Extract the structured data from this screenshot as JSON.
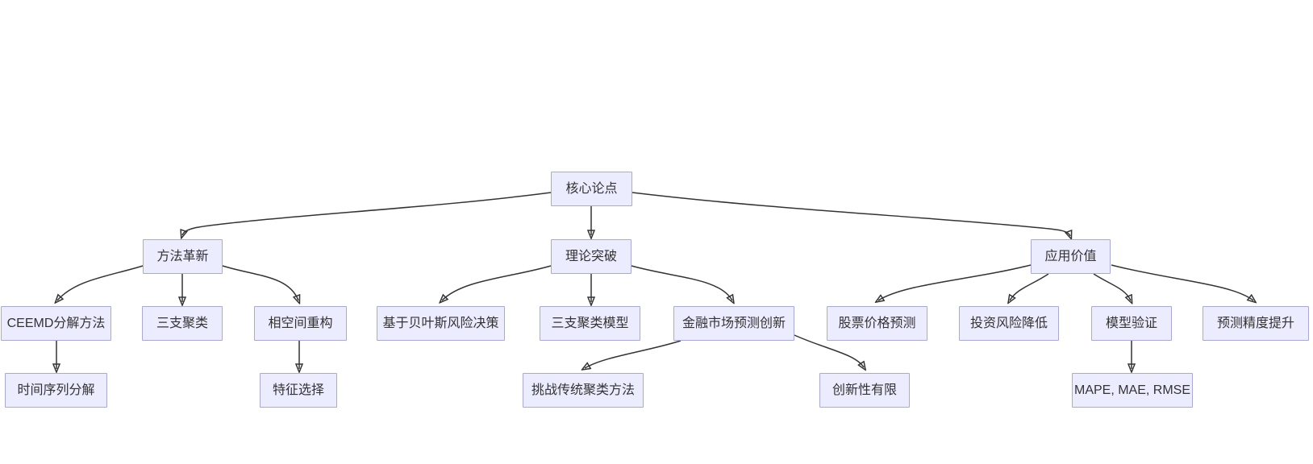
{
  "diagram": {
    "type": "flowchart",
    "direction": "top-down",
    "colors": {
      "background": "#ffffff",
      "node_fill": "#ECECFF",
      "node_border": "#a9a9d4",
      "edge": "#333333",
      "text": "#333333"
    },
    "nodes": [
      {
        "id": "core",
        "label": "核心论点"
      },
      {
        "id": "method",
        "label": "方法革新"
      },
      {
        "id": "theory",
        "label": "理论突破"
      },
      {
        "id": "application",
        "label": "应用价值"
      },
      {
        "id": "ceemd",
        "label": "CEEMD分解方法"
      },
      {
        "id": "threeway",
        "label": "三支聚类"
      },
      {
        "id": "phasespace",
        "label": "相空间重构"
      },
      {
        "id": "bayes",
        "label": "基于贝叶斯风险决策"
      },
      {
        "id": "twcmodel",
        "label": "三支聚类模型"
      },
      {
        "id": "fininnov",
        "label": "金融市场预测创新"
      },
      {
        "id": "stock",
        "label": "股票价格预测"
      },
      {
        "id": "risk",
        "label": "投资风险降低"
      },
      {
        "id": "validation",
        "label": "模型验证"
      },
      {
        "id": "precision",
        "label": "预测精度提升"
      },
      {
        "id": "tsdecomp",
        "label": "时间序列分解"
      },
      {
        "id": "feature",
        "label": "特征选择"
      },
      {
        "id": "challenge",
        "label": "挑战传统聚类方法"
      },
      {
        "id": "limited",
        "label": "创新性有限"
      },
      {
        "id": "metrics",
        "label": "MAPE, MAE, RMSE"
      }
    ],
    "edges": [
      {
        "from": "core",
        "to": "method"
      },
      {
        "from": "core",
        "to": "theory"
      },
      {
        "from": "core",
        "to": "application"
      },
      {
        "from": "method",
        "to": "ceemd"
      },
      {
        "from": "method",
        "to": "threeway"
      },
      {
        "from": "method",
        "to": "phasespace"
      },
      {
        "from": "theory",
        "to": "bayes"
      },
      {
        "from": "theory",
        "to": "twcmodel"
      },
      {
        "from": "theory",
        "to": "fininnov"
      },
      {
        "from": "application",
        "to": "stock"
      },
      {
        "from": "application",
        "to": "risk"
      },
      {
        "from": "application",
        "to": "validation"
      },
      {
        "from": "application",
        "to": "precision"
      },
      {
        "from": "ceemd",
        "to": "tsdecomp"
      },
      {
        "from": "phasespace",
        "to": "feature"
      },
      {
        "from": "fininnov",
        "to": "challenge"
      },
      {
        "from": "fininnov",
        "to": "limited"
      },
      {
        "from": "validation",
        "to": "metrics"
      }
    ]
  }
}
